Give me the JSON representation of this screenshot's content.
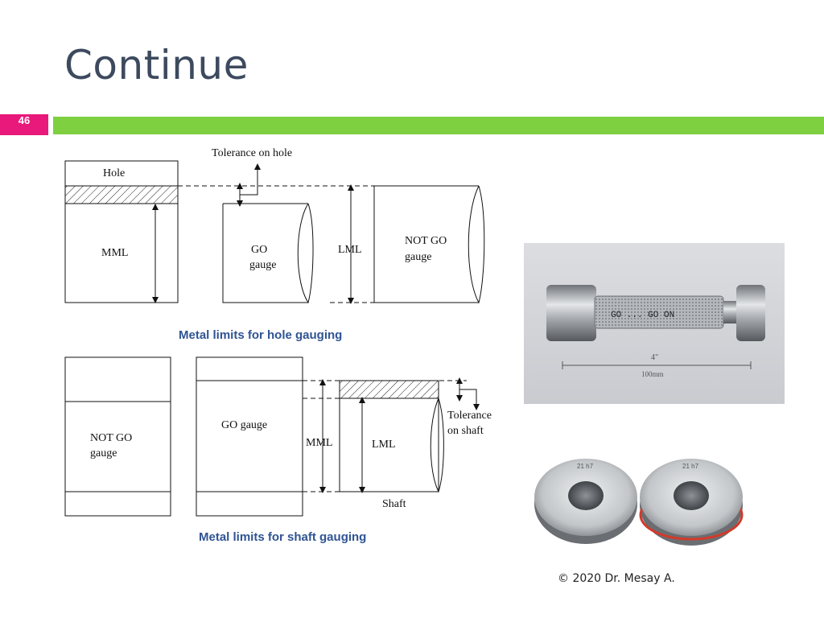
{
  "slide": {
    "title": "Continue",
    "page_number": "46",
    "copyright": "© 2020  Dr. Mesay A."
  },
  "hole_diagram": {
    "tolerance_label": "Tolerance on hole",
    "hole_label": "Hole",
    "mml_label": "MML",
    "go_label_1": "GO",
    "go_label_2": "gauge",
    "lml_label": "LML",
    "notgo_label_1": "NOT GO",
    "notgo_label_2": "gauge",
    "caption": "Metal limits for hole gauging"
  },
  "shaft_diagram": {
    "notgo_label_1": "NOT GO",
    "notgo_label_2": "gauge",
    "go_label": "GO gauge",
    "mml_label": "MML",
    "lml_label": "LML",
    "tolerance_label_1": "Tolerance",
    "tolerance_label_2": "on shaft",
    "shaft_label": "Shaft",
    "caption": "Metal limits for shaft gauging"
  },
  "plug_photo": {
    "engraving": "GO  ...  GO ON",
    "dimension_top": "4\"",
    "dimension_bottom": "100mm"
  },
  "ring_photo": {
    "ring1_size": "21 h7",
    "ring2_size": "21 h7"
  },
  "colors": {
    "accent_green": "#7ed041",
    "badge_pink": "#e8197a",
    "title_color": "#3d4a5e",
    "caption_blue": "#2f5493"
  }
}
